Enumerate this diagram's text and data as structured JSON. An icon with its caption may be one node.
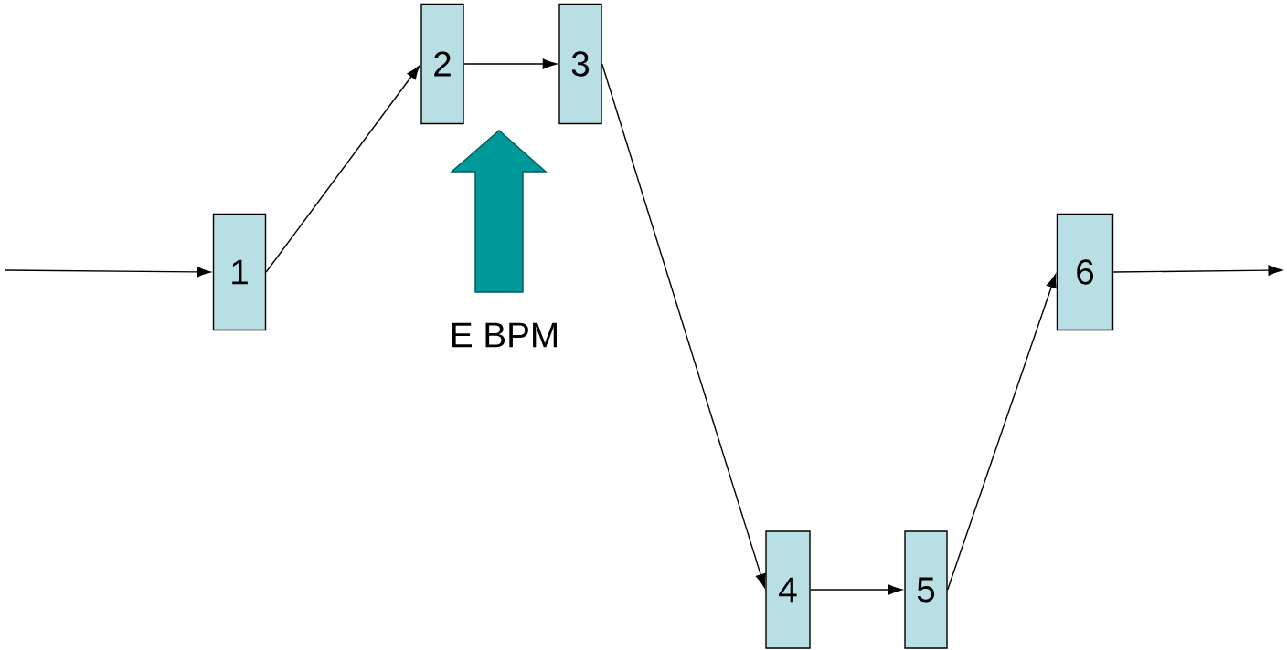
{
  "diagram": {
    "nodes": [
      {
        "text": [
          "1"
        ]
      },
      {
        "text": [
          "2"
        ]
      },
      {
        "text": [
          "3"
        ]
      },
      {
        "text": [
          "4"
        ]
      },
      {
        "text": [
          "5"
        ]
      },
      {
        "text": [
          "6"
        ]
      }
    ],
    "edges": [
      {
        "from": null,
        "to": 0,
        "arrow": "to"
      },
      {
        "from": 0,
        "to": 1,
        "arrow": "to"
      },
      {
        "from": 1,
        "to": 2,
        "arrow": "to"
      },
      {
        "from": 2,
        "to": 3,
        "arrow": "to"
      },
      {
        "from": 3,
        "to": 4,
        "arrow": "to"
      },
      {
        "from": 4,
        "to": 5,
        "arrow": "to"
      },
      {
        "from": 5,
        "to": null,
        "arrow": "to"
      }
    ],
    "labels": [
      "E BPM"
    ]
  }
}
